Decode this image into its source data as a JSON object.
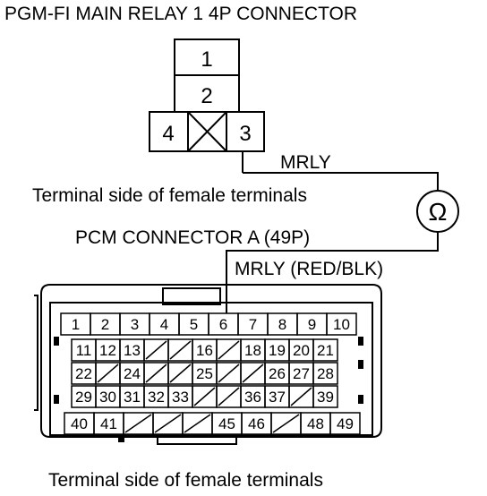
{
  "relay_connector": {
    "title": "PGM-FI MAIN RELAY 1 4P CONNECTOR",
    "pins": [
      "1",
      "2",
      "3",
      "4"
    ],
    "caption": "Terminal side of female terminals"
  },
  "meter": {
    "symbol": "Ω",
    "label": "MRLY"
  },
  "pcm_connector": {
    "title": "PCM CONNECTOR A (49P)",
    "probe_label": "MRLY (RED/BLK)",
    "caption": "Terminal side of female terminals",
    "row1": [
      "1",
      "2",
      "3",
      "4",
      "5",
      "6",
      "7",
      "8",
      "9",
      "10"
    ],
    "row2": [
      "11",
      "12",
      "13",
      "",
      "",
      "16",
      "",
      "18",
      "19",
      "20",
      "21"
    ],
    "row3": [
      "22",
      "",
      "24",
      "",
      "",
      "25",
      "",
      "",
      "26",
      "27",
      "28"
    ],
    "row4": [
      "29",
      "30",
      "31",
      "32",
      "33",
      "",
      "",
      "36",
      "37",
      "",
      "39"
    ],
    "row5": [
      "40",
      "41",
      "",
      "",
      "",
      "45",
      "46",
      "",
      "48",
      "49"
    ]
  },
  "colors": {
    "line": "#000000",
    "background": "#ffffff"
  }
}
